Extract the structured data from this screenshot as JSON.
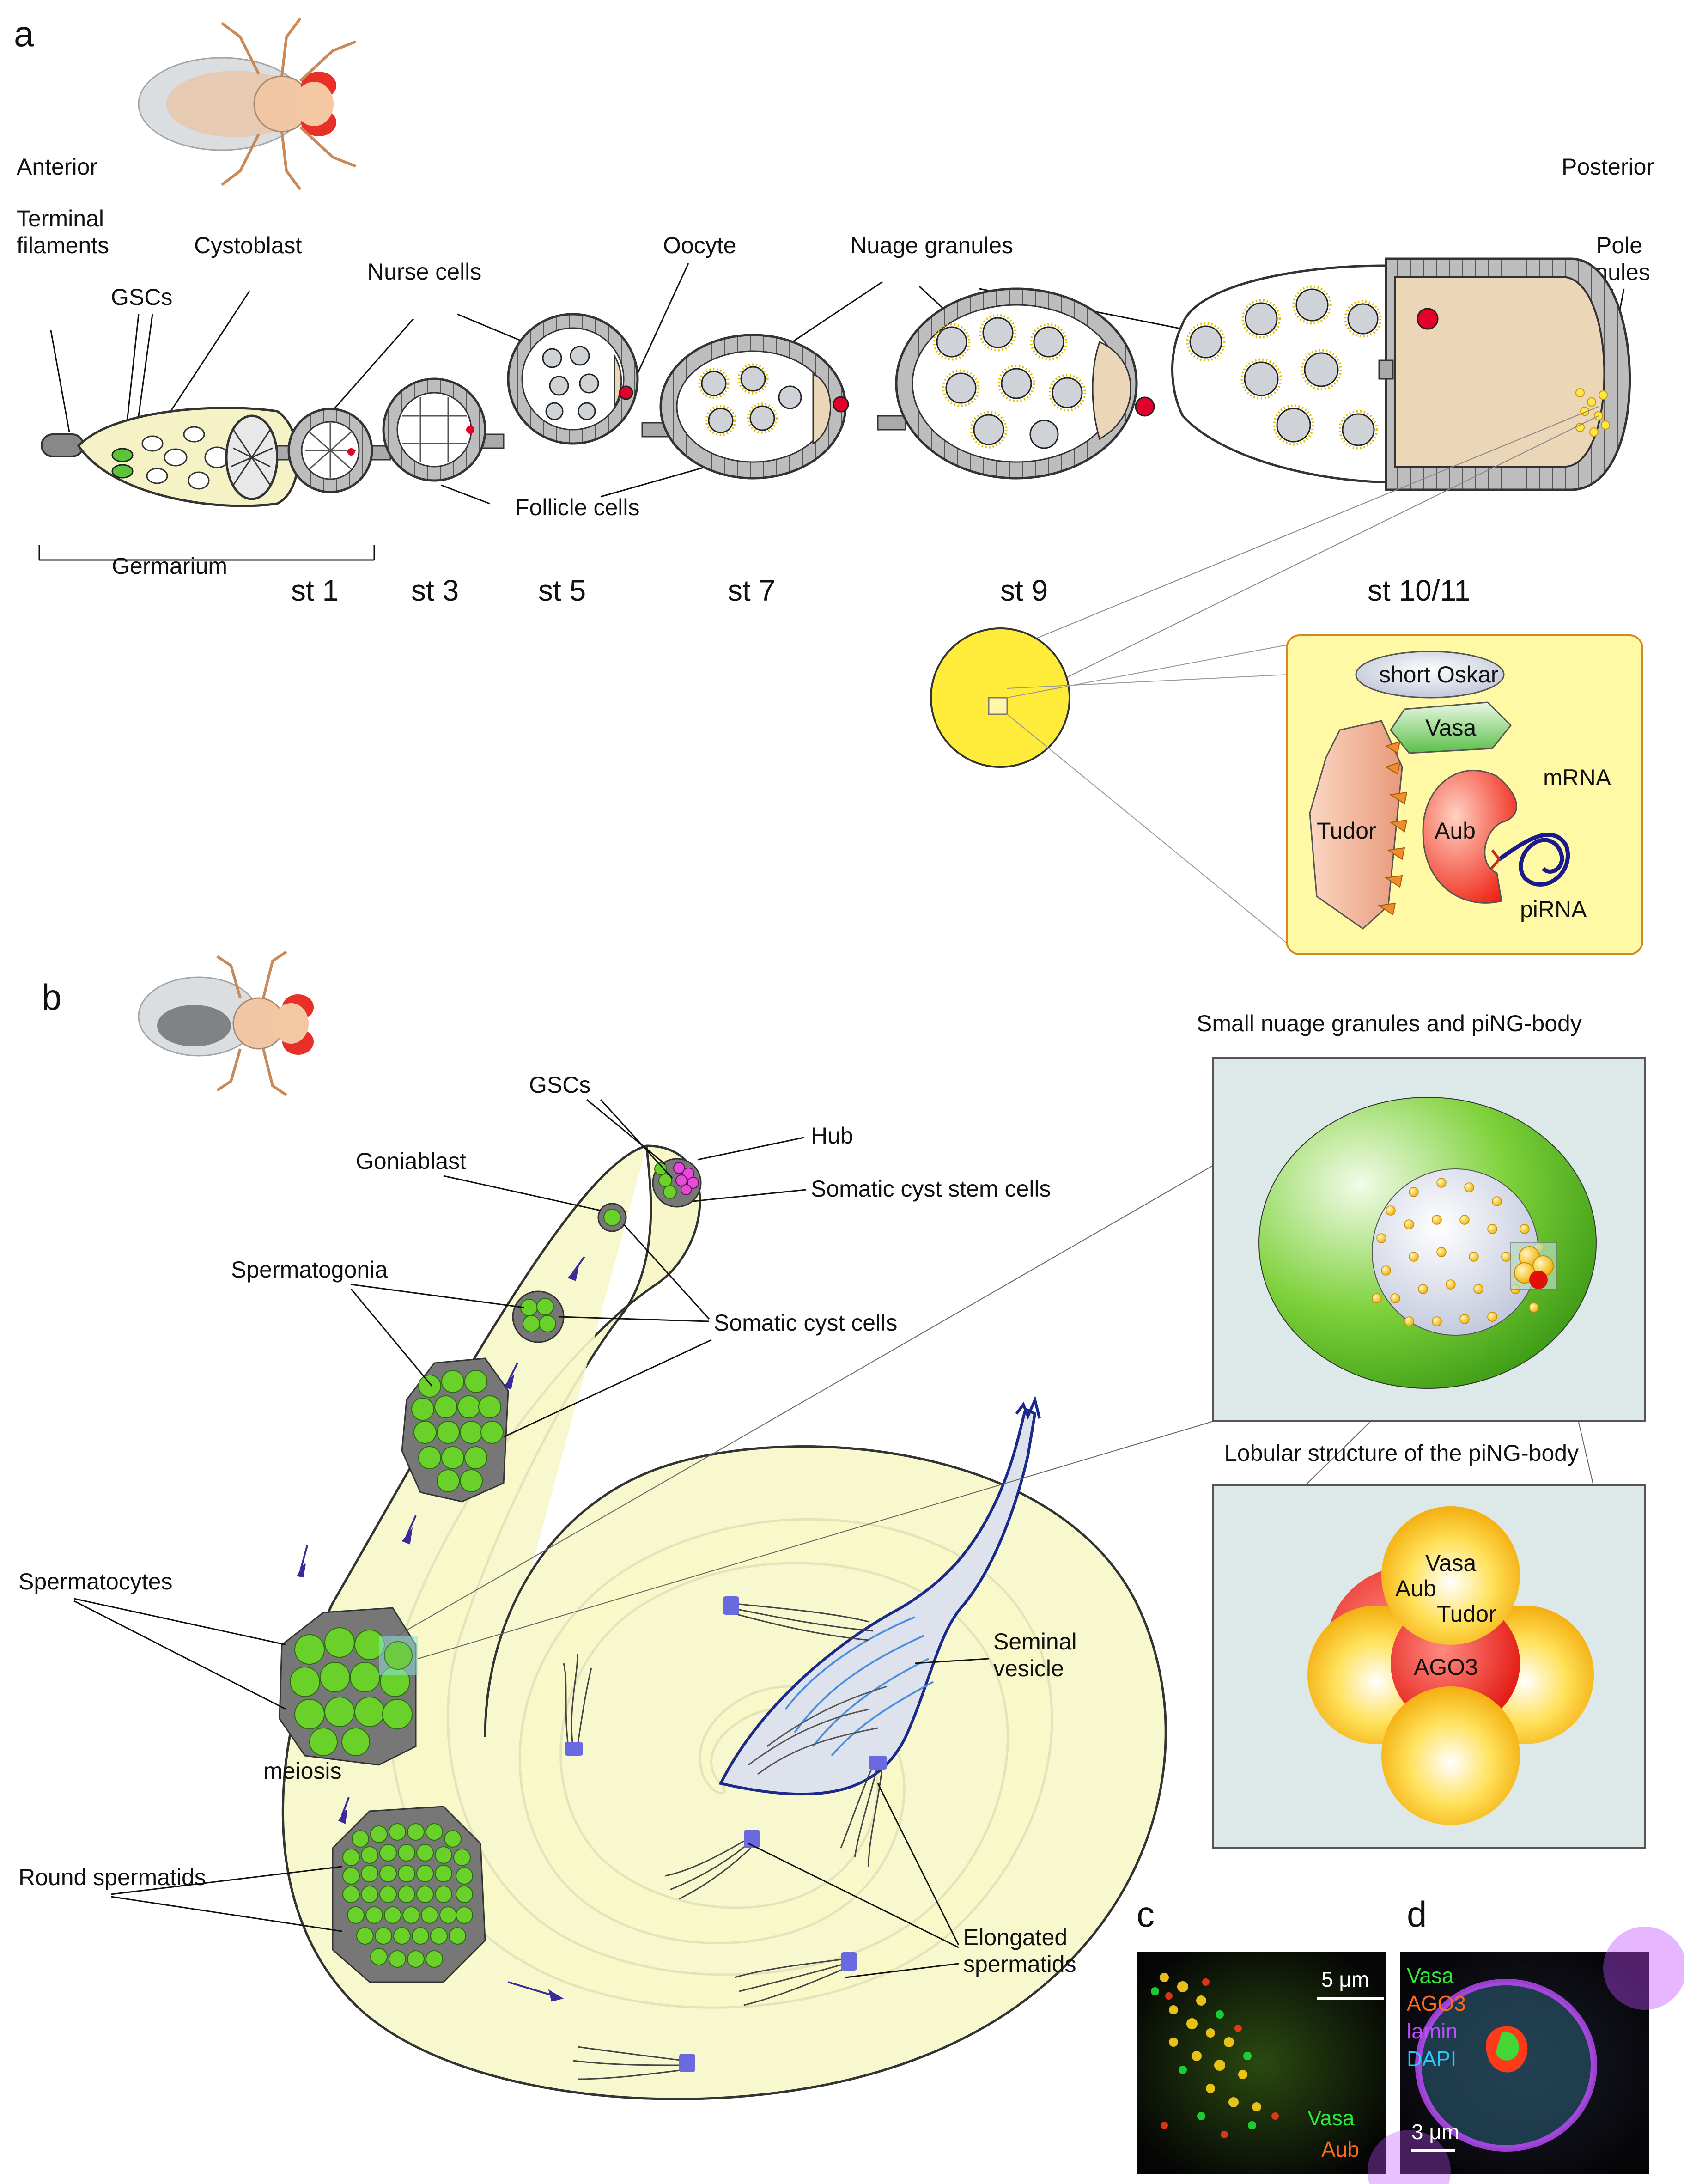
{
  "panel_a": {
    "letter": "a",
    "anterior": "Anterior",
    "posterior": "Posterior",
    "labels": {
      "terminal_filaments_1": "Terminal",
      "terminal_filaments_2": "filaments",
      "cystoblast": "Cystoblast",
      "gscs": "GSCs",
      "nurse_cells": "Nurse cells",
      "oocyte": "Oocyte",
      "nuage_granules": "Nuage granules",
      "pole_granules_1": "Pole",
      "pole_granules_2": "granules",
      "follicle_cells": "Follicle cells",
      "germarium": "Germarium"
    },
    "stages": [
      "st 1",
      "st 3",
      "st 5",
      "st 7",
      "st 9",
      "st 10/11"
    ],
    "inset": {
      "short_oskar": "short Oskar",
      "vasa": "Vasa",
      "tudor": "Tudor",
      "aub": "Aub",
      "mrna": "mRNA",
      "pirna": "piRNA"
    }
  },
  "panel_b": {
    "letter": "b",
    "labels": {
      "gscs": "GSCs",
      "hub": "Hub",
      "goniablast": "Goniablast",
      "somatic_cyst_stem_cells": "Somatic cyst stem cells",
      "spermatogonia": "Spermatogonia",
      "somatic_cyst_cells": "Somatic cyst cells",
      "spermatocytes": "Spermatocytes",
      "meiosis": "meiosis",
      "round_spermatids": "Round spermatids",
      "seminal_vesicle_1": "Seminal",
      "seminal_vesicle_2": "vesicle",
      "elongated_spermatids_1": "Elongated",
      "elongated_spermatids_2": "spermatids"
    },
    "box1_title": "Small nuage granules and piNG-body",
    "box2_title": "Lobular structure of the piNG-body",
    "lobes": {
      "top_line1": "Vasa",
      "top_line2": "Aub",
      "top_line3": "Tudor",
      "center": "AGO3"
    }
  },
  "panel_c": {
    "letter": "c",
    "scale": "5 μm",
    "channels": [
      "Vasa",
      "Aub"
    ],
    "channel_colors": [
      "#2ee83a",
      "#ff6a1a"
    ]
  },
  "panel_d": {
    "letter": "d",
    "scale": "3 μm",
    "channels": [
      "Vasa",
      "AGO3",
      "lamin",
      "DAPI"
    ],
    "channel_colors": [
      "#2ee83a",
      "#ff6a1a",
      "#c04cff",
      "#2ac8ff"
    ]
  }
}
